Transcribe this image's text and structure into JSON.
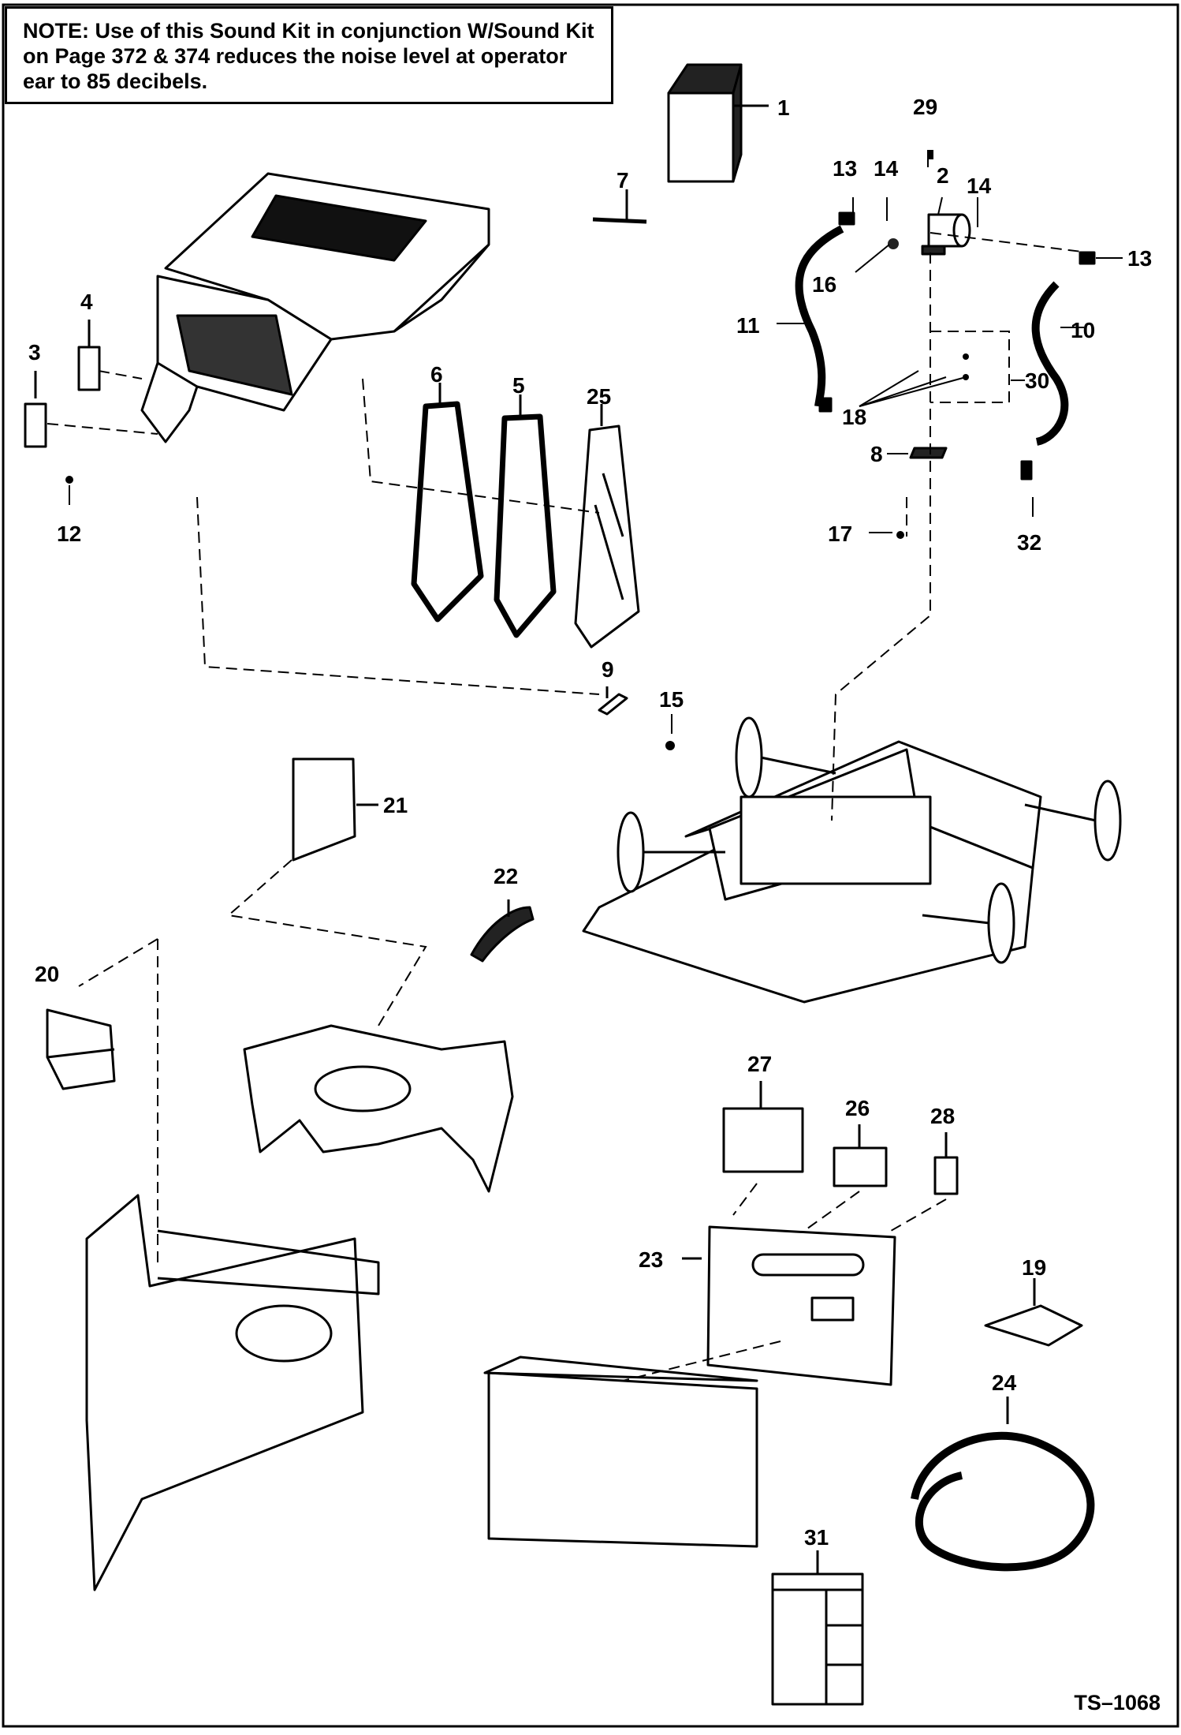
{
  "note": {
    "label": "NOTE:",
    "text": "Use of this Sound Kit in conjunction W/Sound Kit on Page 372 & 374 reduces the noise level at operator ear to 85 decibels."
  },
  "sheet_id": "TS–1068",
  "callouts": [
    {
      "id": "c1",
      "text": "1"
    },
    {
      "id": "c29",
      "text": "29"
    },
    {
      "id": "c7",
      "text": "7"
    },
    {
      "id": "c13a",
      "text": "13"
    },
    {
      "id": "c14a",
      "text": "14"
    },
    {
      "id": "c2",
      "text": "2"
    },
    {
      "id": "c14b",
      "text": "14"
    },
    {
      "id": "c13b",
      "text": "13"
    },
    {
      "id": "c16",
      "text": "16"
    },
    {
      "id": "c4",
      "text": "4"
    },
    {
      "id": "c11",
      "text": "11"
    },
    {
      "id": "c10",
      "text": "10"
    },
    {
      "id": "c3",
      "text": "3"
    },
    {
      "id": "c6",
      "text": "6"
    },
    {
      "id": "c5",
      "text": "5"
    },
    {
      "id": "c25",
      "text": "25"
    },
    {
      "id": "c30",
      "text": "30"
    },
    {
      "id": "c18",
      "text": "18"
    },
    {
      "id": "c8",
      "text": "8"
    },
    {
      "id": "c12",
      "text": "12"
    },
    {
      "id": "c17",
      "text": "17"
    },
    {
      "id": "c32",
      "text": "32"
    },
    {
      "id": "c9",
      "text": "9"
    },
    {
      "id": "c15",
      "text": "15"
    },
    {
      "id": "c21",
      "text": "21"
    },
    {
      "id": "c22",
      "text": "22"
    },
    {
      "id": "c20",
      "text": "20"
    },
    {
      "id": "c27",
      "text": "27"
    },
    {
      "id": "c26",
      "text": "26"
    },
    {
      "id": "c28",
      "text": "28"
    },
    {
      "id": "c23",
      "text": "23"
    },
    {
      "id": "c19",
      "text": "19"
    },
    {
      "id": "c24",
      "text": "24"
    },
    {
      "id": "c31",
      "text": "31"
    }
  ]
}
